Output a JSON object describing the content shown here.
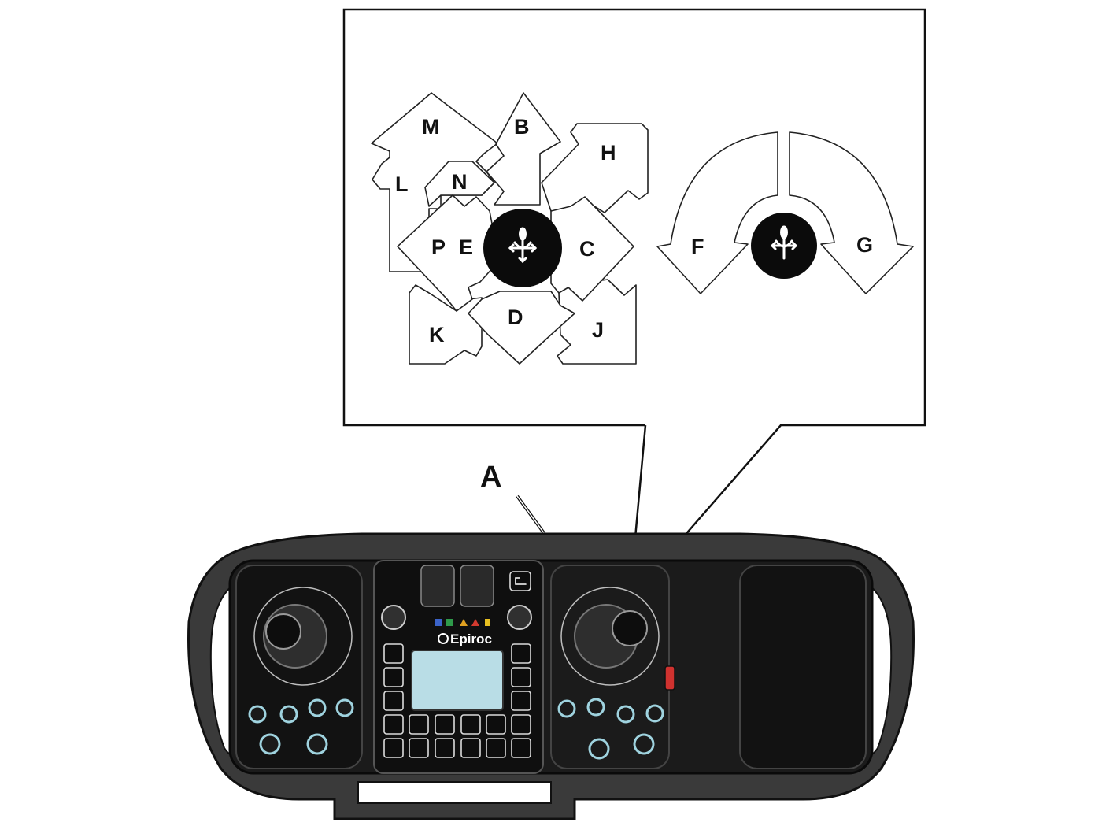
{
  "labels": {
    "A": "A",
    "B": "B",
    "C": "C",
    "D": "D",
    "E": "E",
    "F": "F",
    "G": "G",
    "H": "H",
    "J": "J",
    "K": "K",
    "L": "L",
    "M": "M",
    "N": "N",
    "P": "P"
  },
  "panel": {
    "brand": "Epiroc"
  },
  "icons": {
    "joystick_symbol": "joystick-four-way-icon",
    "rotation_symbol": "joystick-rotation-icon"
  },
  "colors": {
    "panel_body": "#1b1b1b",
    "handle": "#3a3a3a",
    "display": "#b9dde6",
    "knob_ring": "#9fd3df",
    "emergency_stop": "#d0322f"
  }
}
